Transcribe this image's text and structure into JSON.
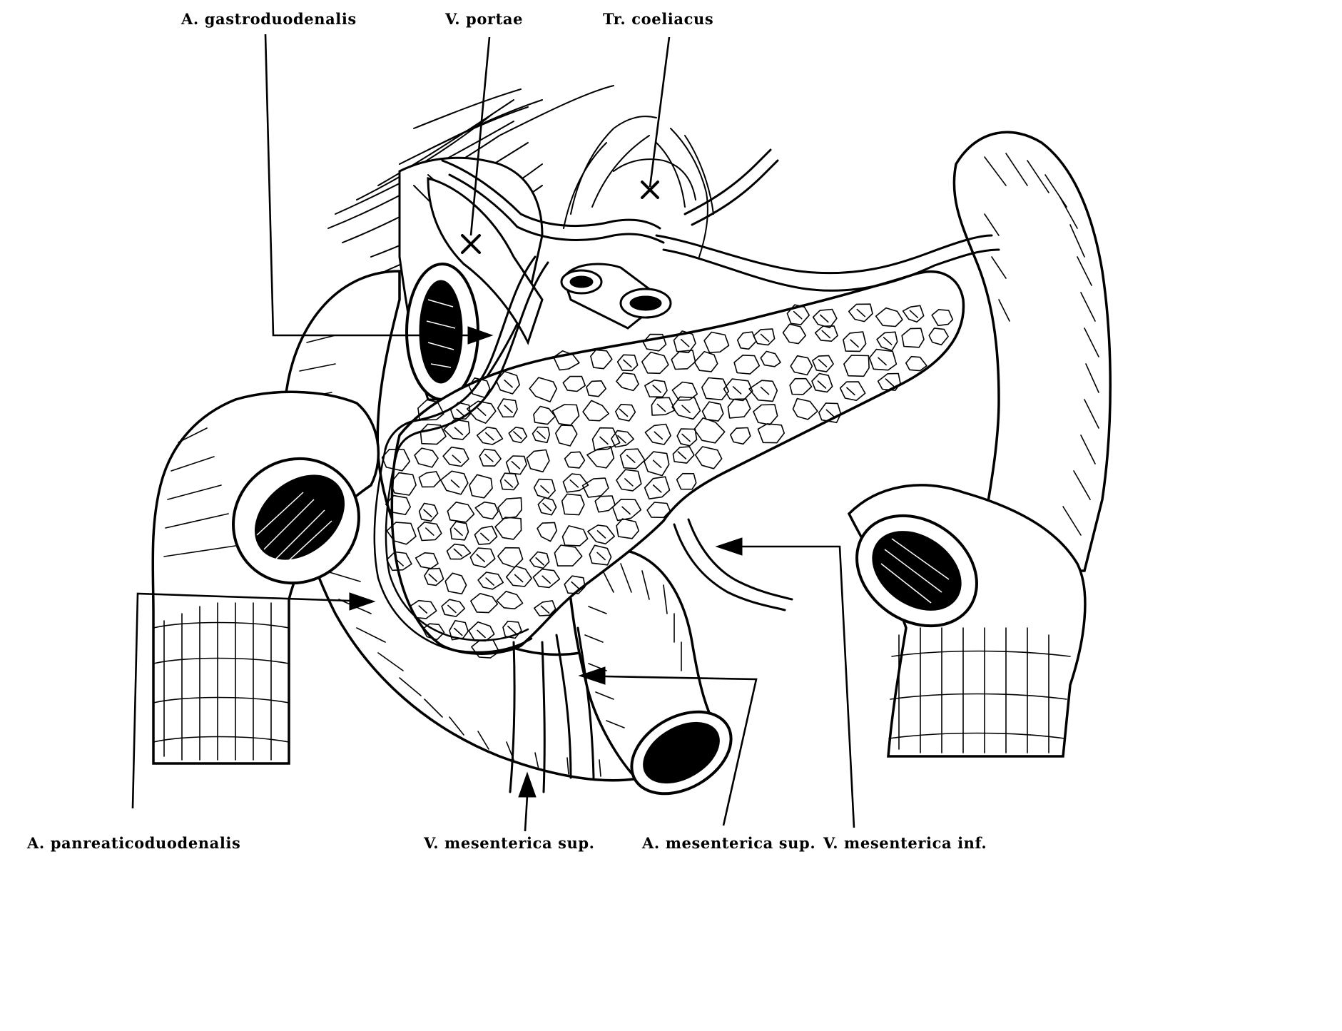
{
  "figure": {
    "labels": {
      "gastroduodenalis": "A. gastroduodenalis",
      "portae": "V. portae",
      "coeliacus": "Tr. coeliacus",
      "pancreaticoduodenalis": "A. panreaticoduodenalis",
      "mesenterica_sup_vein": "V. mesenterica sup.",
      "mesenterica_sup_artery": "A. mesenterica sup.",
      "mesenterica_inf_vein": "V. mesenterica inf."
    }
  }
}
